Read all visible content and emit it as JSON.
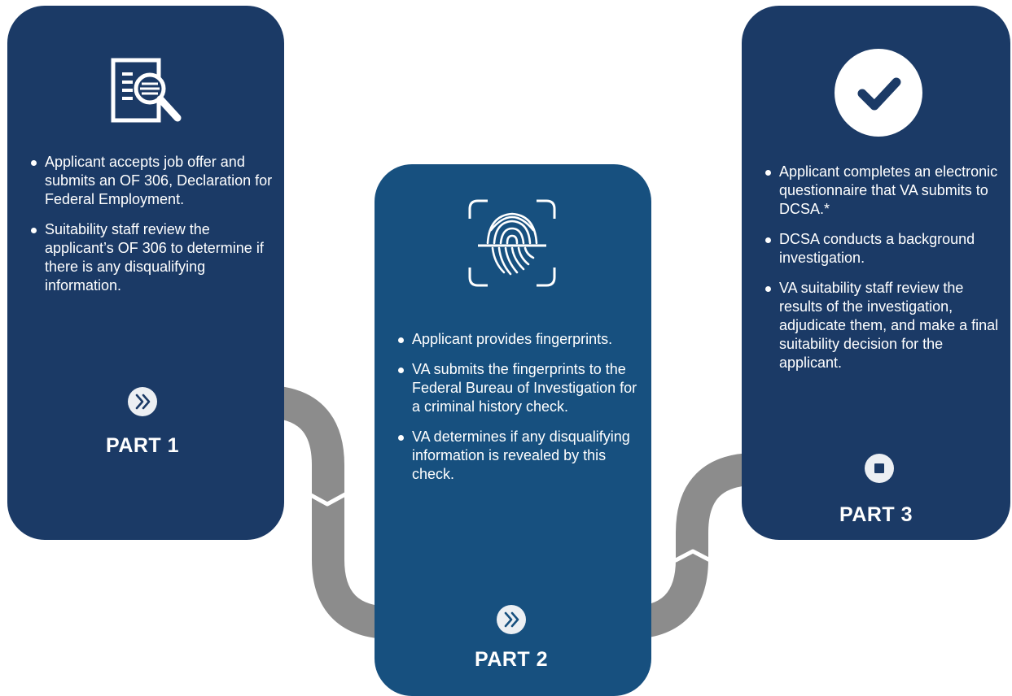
{
  "parts": [
    {
      "label": "PART 1",
      "icon": "document-search-icon",
      "bullets": [
        "Applicant accepts job offer and submits an OF 306, Declaration for Federal Employment.",
        "Suitability staff review the applicant’s OF 306 to determine if there is any disqualifying information."
      ]
    },
    {
      "label": "PART 2",
      "icon": "fingerprint-icon",
      "bullets": [
        "Applicant provides fingerprints.",
        "VA submits the fingerprints to the Federal Bureau of Investigation for a criminal history check.",
        "VA determines if any disqualifying information is revealed by this check."
      ]
    },
    {
      "label": "PART 3",
      "icon": "checkmark-icon",
      "bullets": [
        "Applicant completes an electronic questionnaire that VA submits to DCSA.*",
        "DCSA conducts a background investigation.",
        "VA suitability staff review the results of the investigation, adjudicate them, and make a final suitability decision for the applicant."
      ]
    }
  ],
  "colors": {
    "card_dark": "#1b3a66",
    "card_mid": "#17507f",
    "connector": "#8c8c8c",
    "button_bg": "#eceff3"
  }
}
